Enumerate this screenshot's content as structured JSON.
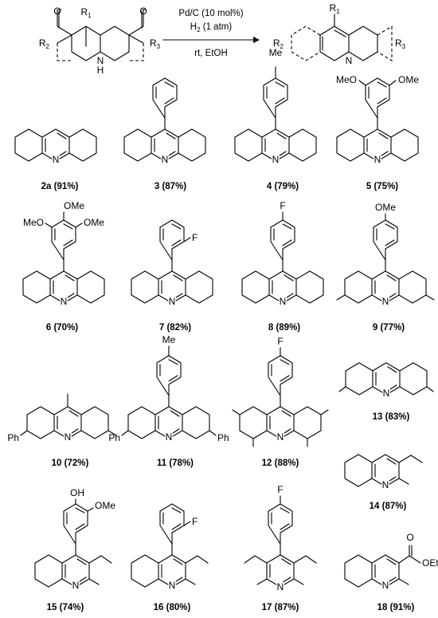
{
  "reaction": {
    "r1": "R",
    "r1_sub": "1",
    "r2": "R",
    "r2_sub": "2",
    "r3": "R",
    "r3_sub": "3",
    "o": "O",
    "n": "N",
    "h": "H",
    "conditions": {
      "catalyst": "Pd/C (10 mol%)",
      "h2_main": "H",
      "h2_sub": "2",
      "h2_rest": " (1 atm)",
      "solvent": "rt, EtOH"
    }
  },
  "atoms": {
    "N": "N",
    "F": "F",
    "Me": "Me",
    "OMe": "OMe",
    "MeO": "MeO",
    "OH": "OH",
    "Ph": "Ph",
    "O": "O",
    "OEt": "OEt"
  },
  "compounds": [
    {
      "label": "2a (91%)"
    },
    {
      "label": "3 (87%)"
    },
    {
      "label": "4 (79%)"
    },
    {
      "label": "5 (75%)"
    },
    {
      "label": "6 (70%)"
    },
    {
      "label": "7 (82%)"
    },
    {
      "label": "8 (89%)"
    },
    {
      "label": "9 (77%)"
    },
    {
      "label": "10 (72%)"
    },
    {
      "label": "11 (78%)"
    },
    {
      "label": "12 (88%)"
    },
    {
      "label": "13 (83%)"
    },
    {
      "label": "14 (87%)"
    },
    {
      "label": "15 (74%)"
    },
    {
      "label": "16 (80%)"
    },
    {
      "label": "17 (87%)"
    },
    {
      "label": "18 (91%)"
    }
  ]
}
